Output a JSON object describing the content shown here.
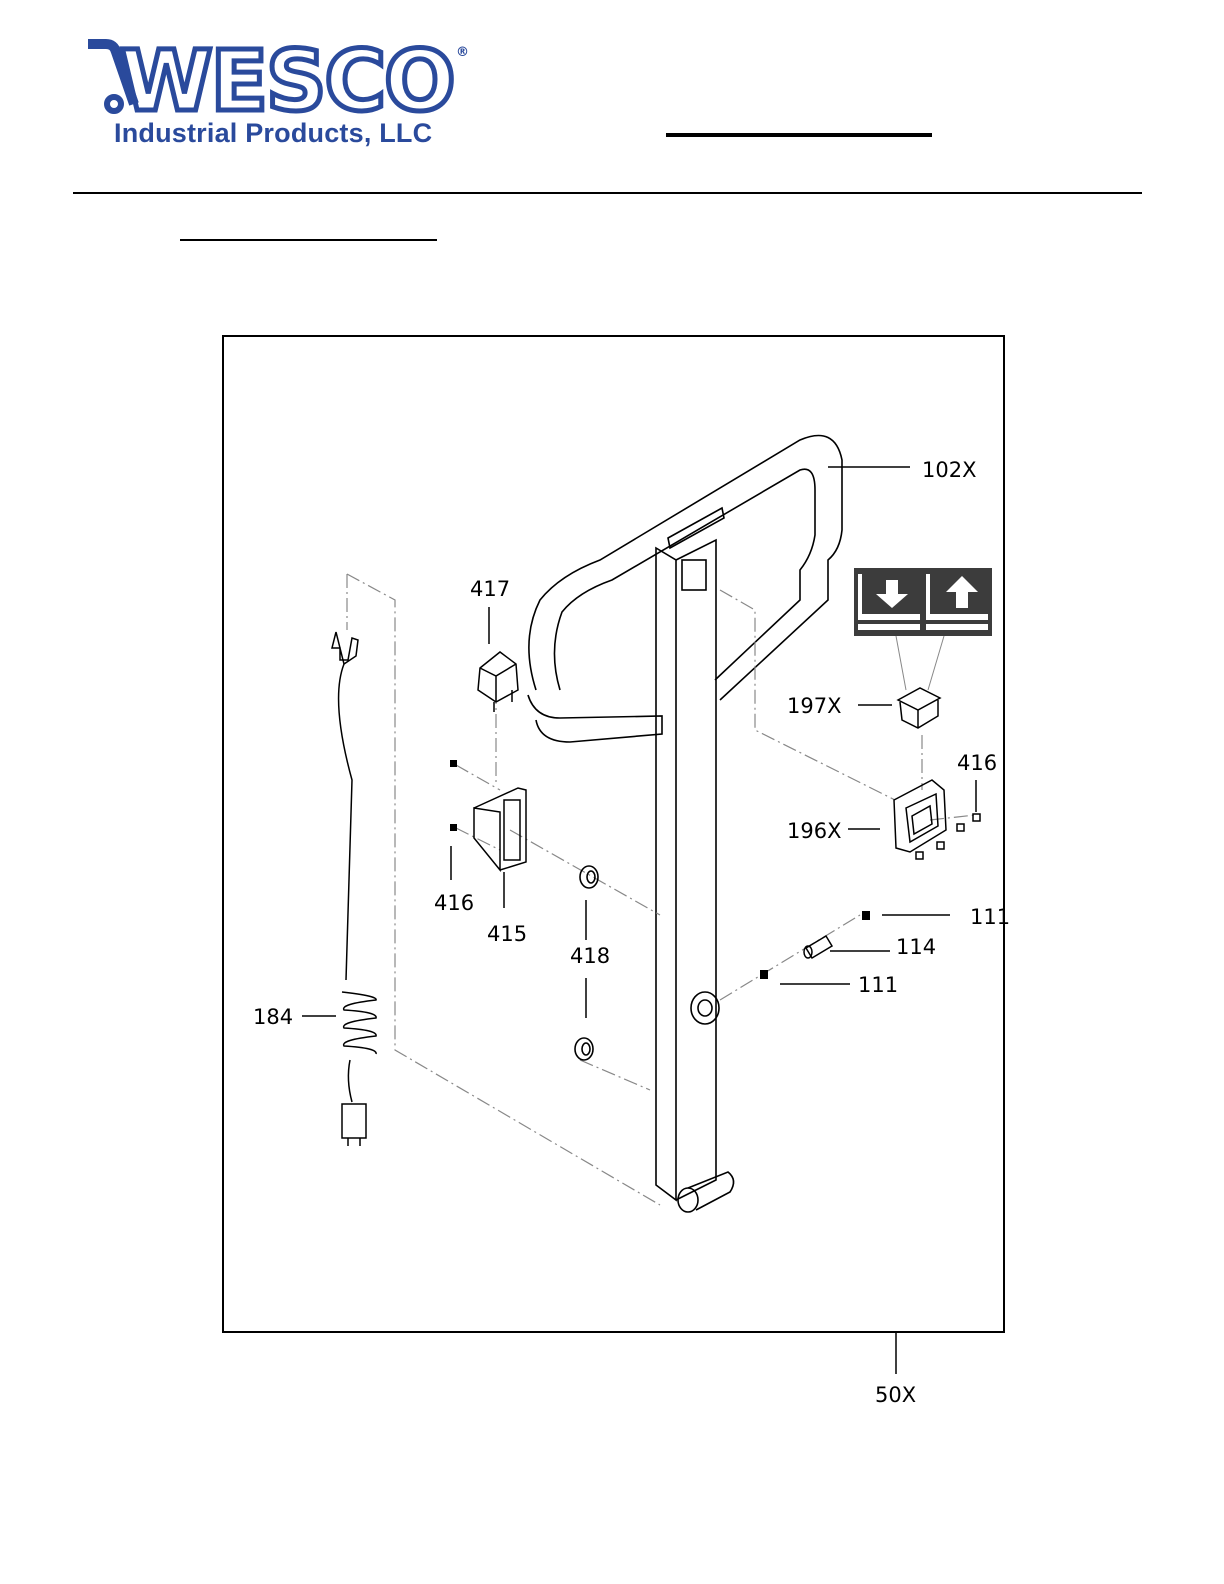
{
  "header": {
    "logo_text": "WESCO",
    "logo_registered": "®",
    "company_name": "Industrial Products, LLC",
    "brand_color": "#2a4a9c",
    "title": "",
    "subtitle": ""
  },
  "diagram": {
    "callouts": [
      {
        "id": "102X",
        "label": "102X",
        "part": "handle"
      },
      {
        "id": "197X",
        "label": "197X",
        "part": "control-button-cap"
      },
      {
        "id": "416a",
        "label": "416",
        "part": "screw"
      },
      {
        "id": "196X",
        "label": "196X",
        "part": "button-housing-bracket"
      },
      {
        "id": "111a",
        "label": "111",
        "part": "retaining-clip"
      },
      {
        "id": "114",
        "label": "114",
        "part": "pin"
      },
      {
        "id": "111b",
        "label": "111",
        "part": "retaining-clip"
      },
      {
        "id": "417",
        "label": "417",
        "part": "switch"
      },
      {
        "id": "416b",
        "label": "416",
        "part": "screw"
      },
      {
        "id": "415",
        "label": "415",
        "part": "switch-housing"
      },
      {
        "id": "418",
        "label": "418",
        "part": "grommet"
      },
      {
        "id": "184",
        "label": "184",
        "part": "coiled-cable"
      },
      {
        "id": "50X",
        "label": "50X",
        "part": "handle-assembly"
      }
    ],
    "decal": {
      "left_icon": "arrow-down",
      "right_icon": "arrow-up",
      "background": "#3c3c3c"
    }
  }
}
